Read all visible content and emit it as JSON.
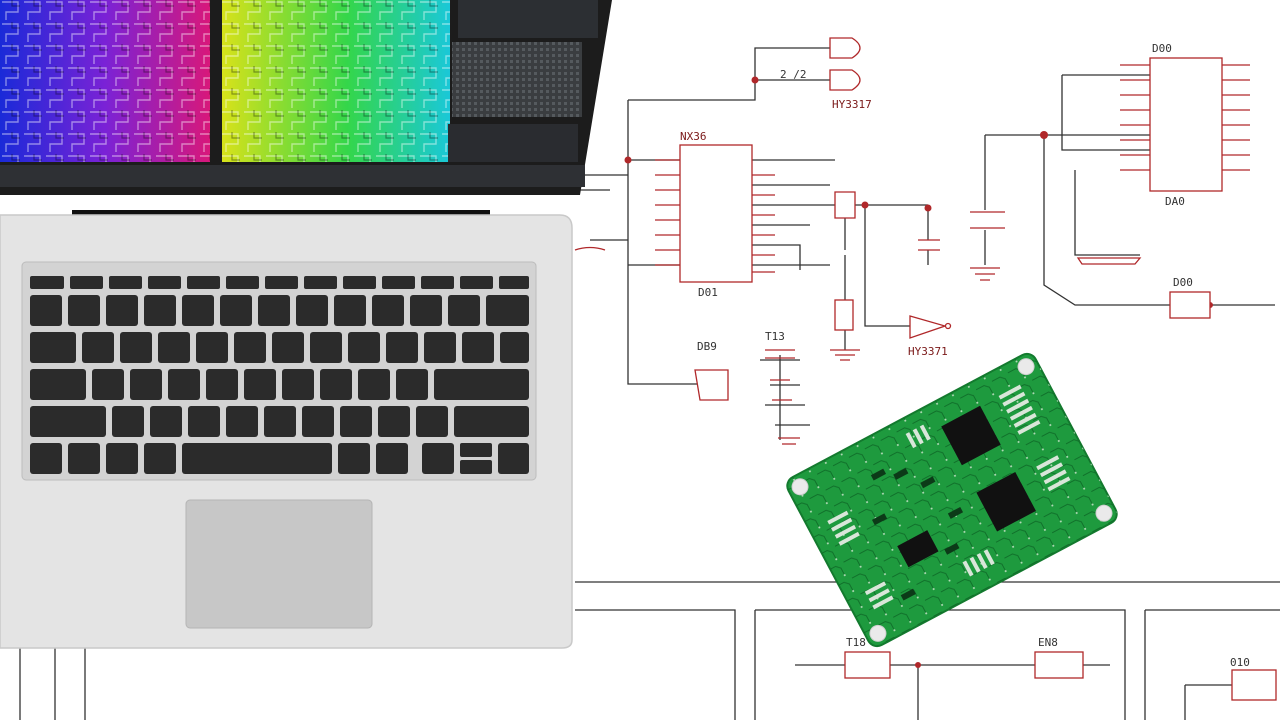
{
  "scene": {
    "description_labels": {
      "ic_top_right_top": "D00",
      "ic_top_right_bottom": "DA0",
      "ic_main_top": "NX36",
      "ic_main_bottom": "D01",
      "gate_top": "HY3317",
      "gate_mid": "HY3371",
      "gate_top_pin": "2 /2",
      "res_right_top": "D00",
      "box_left": "DB9",
      "box_left2": "T13",
      "bottom_left": "T18",
      "bottom_mid": "EN8",
      "bottom_right": "010"
    },
    "colors": {
      "wire": "#333333",
      "component": "#b0282a",
      "pcb": "#1e9a3e",
      "laptop_body": "#e6e6e6",
      "keyboard": "#2b2b2b"
    }
  }
}
